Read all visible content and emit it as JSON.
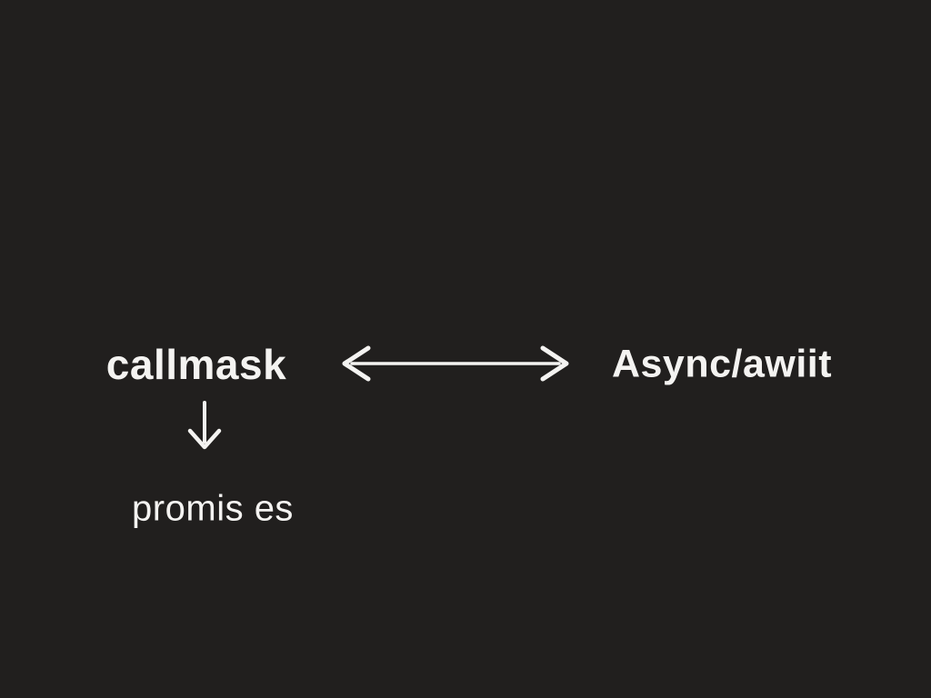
{
  "diagram": {
    "background_color": "#211f1e",
    "text_color": "#f4f3f1",
    "nodes": {
      "left": {
        "label": "callmask"
      },
      "right": {
        "label": "Async/awiit"
      },
      "bottom": {
        "label": "promis es"
      }
    },
    "arrows": [
      {
        "icon": "left-right-arrow-icon",
        "type": "horizontal-double-headed",
        "between": [
          "callmask",
          "Async/awiit"
        ]
      },
      {
        "icon": "down-arrow-icon",
        "type": "vertical-down",
        "between": [
          "callmask",
          "promis es"
        ]
      }
    ]
  }
}
